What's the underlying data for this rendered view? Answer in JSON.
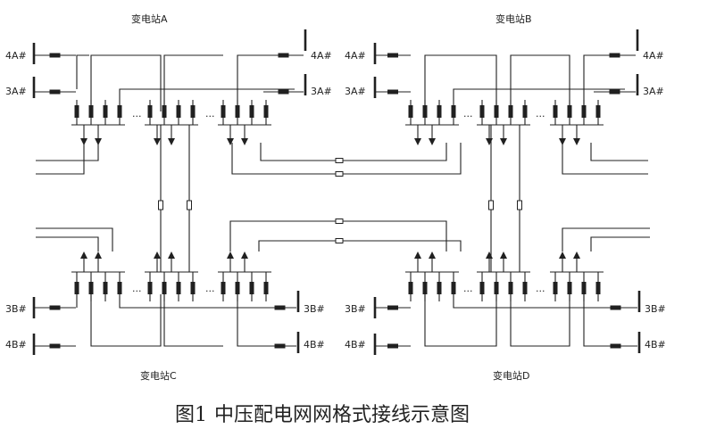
{
  "figure": {
    "caption_number": "图1",
    "caption_text": "中压配电网网格式接线示意图"
  },
  "stations": {
    "A": {
      "name": "变电站A",
      "bus_top": "4A#",
      "bus_bottom": "3A#"
    },
    "B": {
      "name": "变电站B",
      "bus_top": "4A#",
      "bus_bottom": "3A#"
    },
    "C": {
      "name": "变电站C",
      "bus_top": "3B#",
      "bus_bottom": "4B#"
    },
    "D": {
      "name": "变电站D",
      "bus_top": "3B#",
      "bus_bottom": "4B#"
    }
  },
  "ellipsis": "..."
}
